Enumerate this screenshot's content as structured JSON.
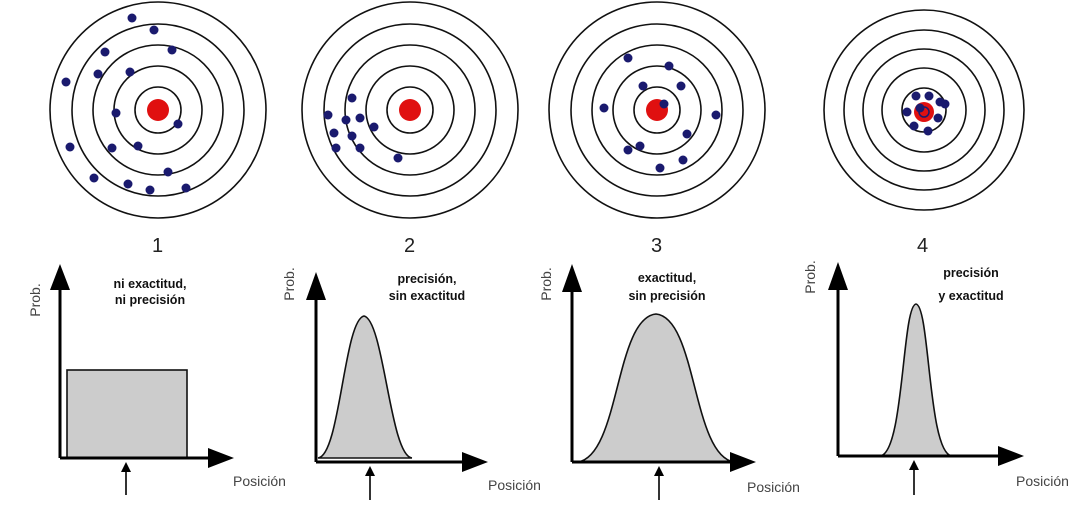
{
  "panels": [
    {
      "number": "1",
      "caption_lines": [
        "ni exactitud,",
        "ni precisión"
      ],
      "y_label": "Prob.",
      "x_label": "Posición",
      "distribution": "uniform"
    },
    {
      "number": "2",
      "caption_lines": [
        "precisión,",
        "sin exactitud"
      ],
      "y_label": "Prob.",
      "x_label": "Posición",
      "distribution": "narrow-offset"
    },
    {
      "number": "3",
      "caption_lines": [
        "exactitud,",
        "sin precisión"
      ],
      "y_label": "Prob.",
      "x_label": "Posición",
      "distribution": "wide-centered"
    },
    {
      "number": "4",
      "caption_lines": [
        "precisión",
        "y exactitud"
      ],
      "y_label": "Prob.",
      "x_label": "Posición",
      "distribution": "narrow-centered"
    }
  ],
  "colors": {
    "bullseye": "#e01010",
    "dots": "#1a1a6e",
    "rings": "#111111",
    "distribution_fill": "#cccccc"
  }
}
